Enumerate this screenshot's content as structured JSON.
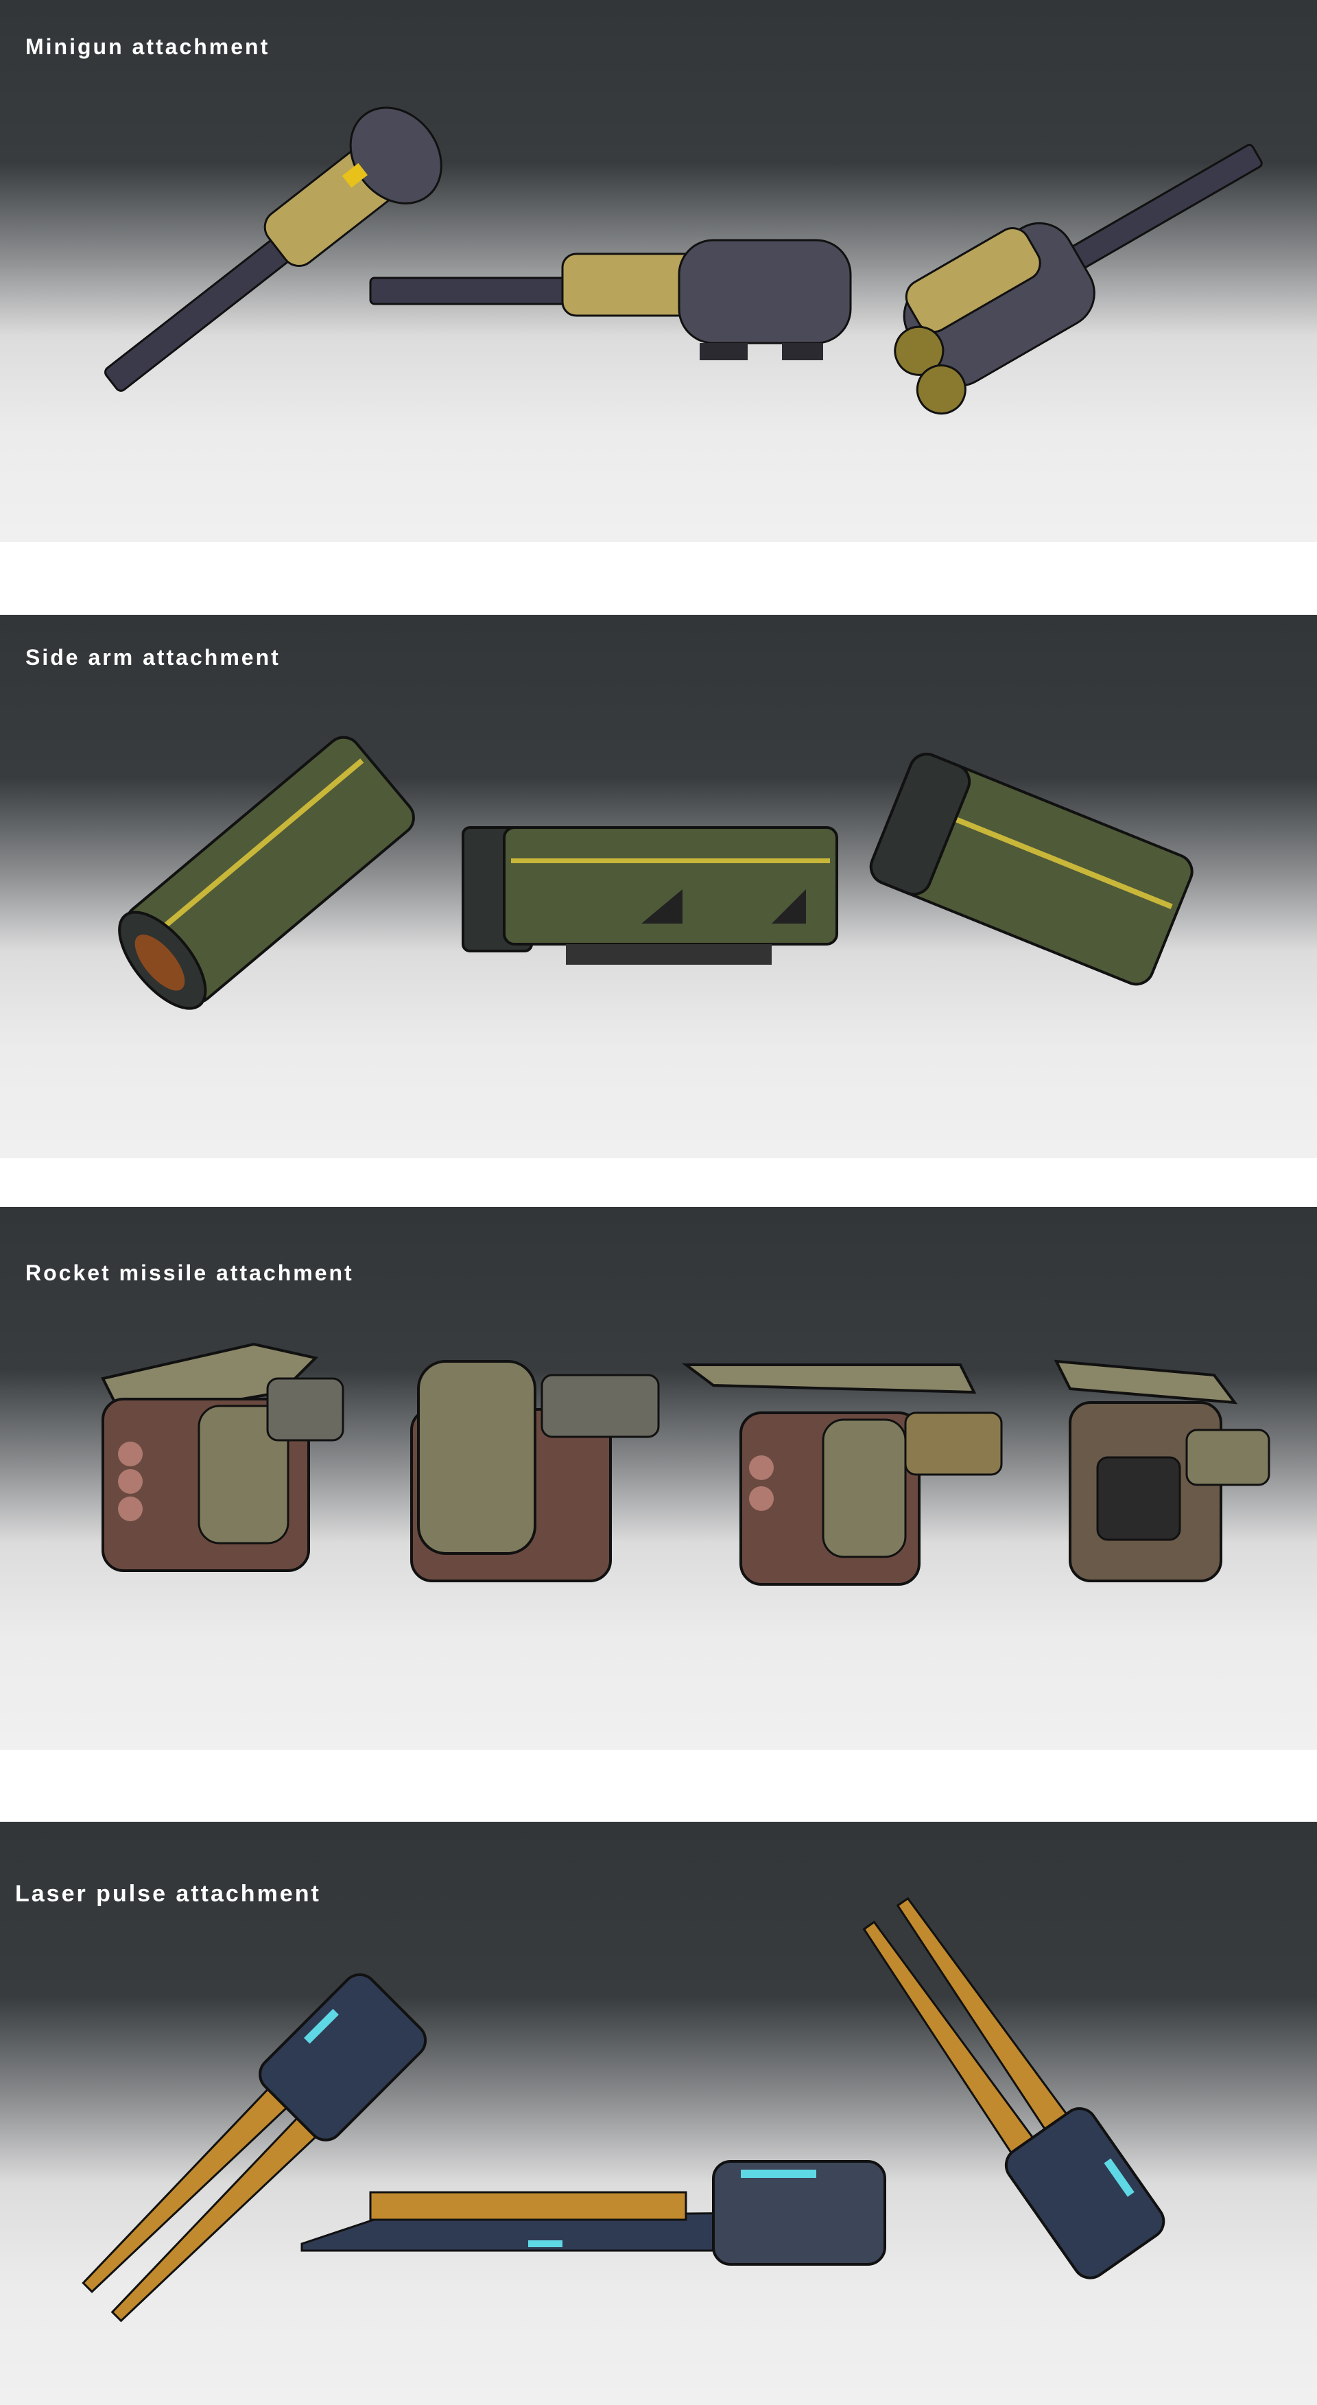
{
  "sections": [
    {
      "title": "Minigun attachment",
      "palette": {
        "primary": "#b9a45c",
        "secondary": "#4a4a58",
        "accent": "#e8c21a"
      }
    },
    {
      "title": "Side arm attachment",
      "palette": {
        "primary": "#4f5a38",
        "secondary": "#2e3230",
        "accent": "#c9b73a"
      }
    },
    {
      "title": "Rocket missile attachment",
      "palette": {
        "primary": "#7f7b5e",
        "secondary": "#6a4a40",
        "accent": "#b07a70"
      }
    },
    {
      "title": "Laser pulse attachment",
      "palette": {
        "primary": "#c28a2e",
        "secondary": "#2f3b52",
        "accent": "#5fd8e6"
      }
    }
  ],
  "background": {
    "top": "#323638",
    "bottom": "#f0f0f0",
    "gap": "#ffffff"
  }
}
